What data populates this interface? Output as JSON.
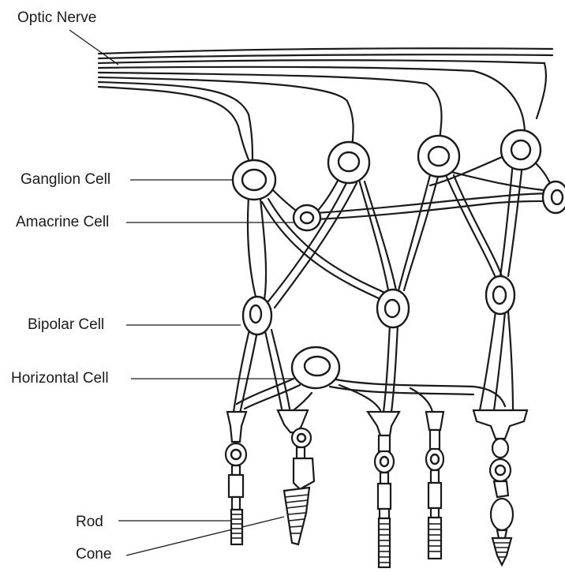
{
  "labels": {
    "optic_nerve": "Optic Nerve",
    "ganglion_cell": "Ganglion Cell",
    "amacrine_cell": "Amacrine Cell",
    "bipolar_cell": "Bipolar Cell",
    "horizontal_cell": "Horizontal Cell",
    "rod": "Rod",
    "cone": "Cone"
  }
}
